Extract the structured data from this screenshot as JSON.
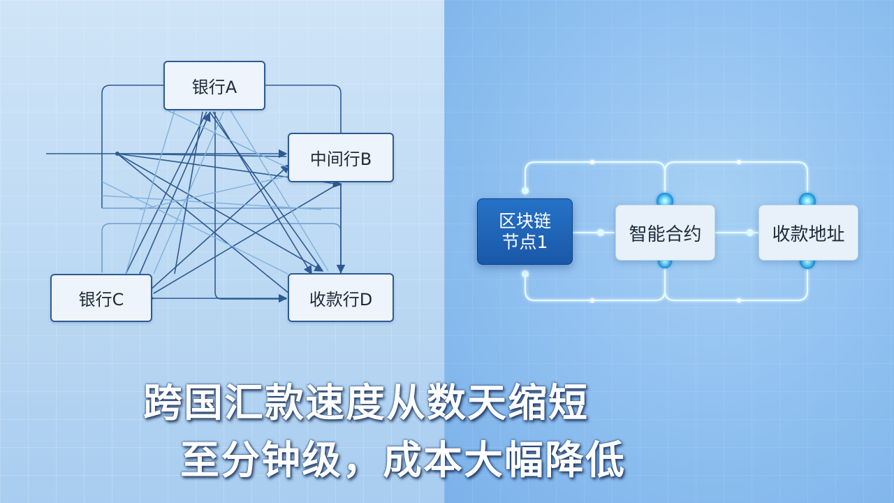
{
  "left_diagram": {
    "bank_a": "银行A",
    "bank_b": "中间行B",
    "bank_c": "银行C",
    "bank_d": "收款行D"
  },
  "right_diagram": {
    "node1_line1": "区块链",
    "node1_line2": "节点1",
    "contract": "智能合约",
    "address": "收款地址"
  },
  "caption": {
    "line1": "跨国汇款速度从数天缩短",
    "line2": "至分钟级，成本大幅降低"
  },
  "colors": {
    "line_dark": "#2d5a92",
    "line_light": "#7fb0de",
    "glow": "#bff3ff",
    "node_primary": "#1f63b5"
  }
}
